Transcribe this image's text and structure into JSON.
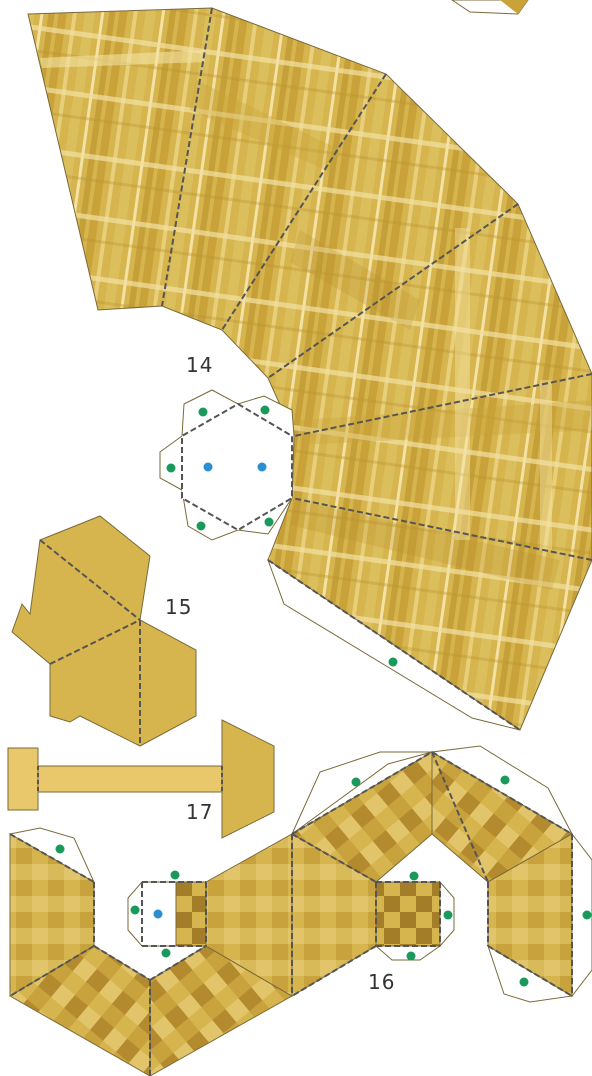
{
  "sheet": {
    "part_labels": {
      "part14": "14",
      "part15": "15",
      "part16": "16",
      "part17": "17"
    }
  },
  "colors": {
    "gold_base": "#d6b44e",
    "gold_light": "#e8cf7b",
    "gold_pale": "#f3e2a4",
    "gold_dark": "#b9912a",
    "gold_stripe": "#c9a23a",
    "brown_dark": "#a47d28",
    "tab_beige": "#d8bf62",
    "part17_fill": "#e8c86a",
    "outline": "#7a6a3a",
    "fold_line": "#555555",
    "glue_dot_green": "#1a9a5a",
    "glue_dot_blue": "#2a8fd0"
  },
  "icons": {
    "fold_line": "dashed-fold-line",
    "glue_mark_green": "green-glue-dot",
    "glue_mark_blue": "blue-glue-dot"
  }
}
